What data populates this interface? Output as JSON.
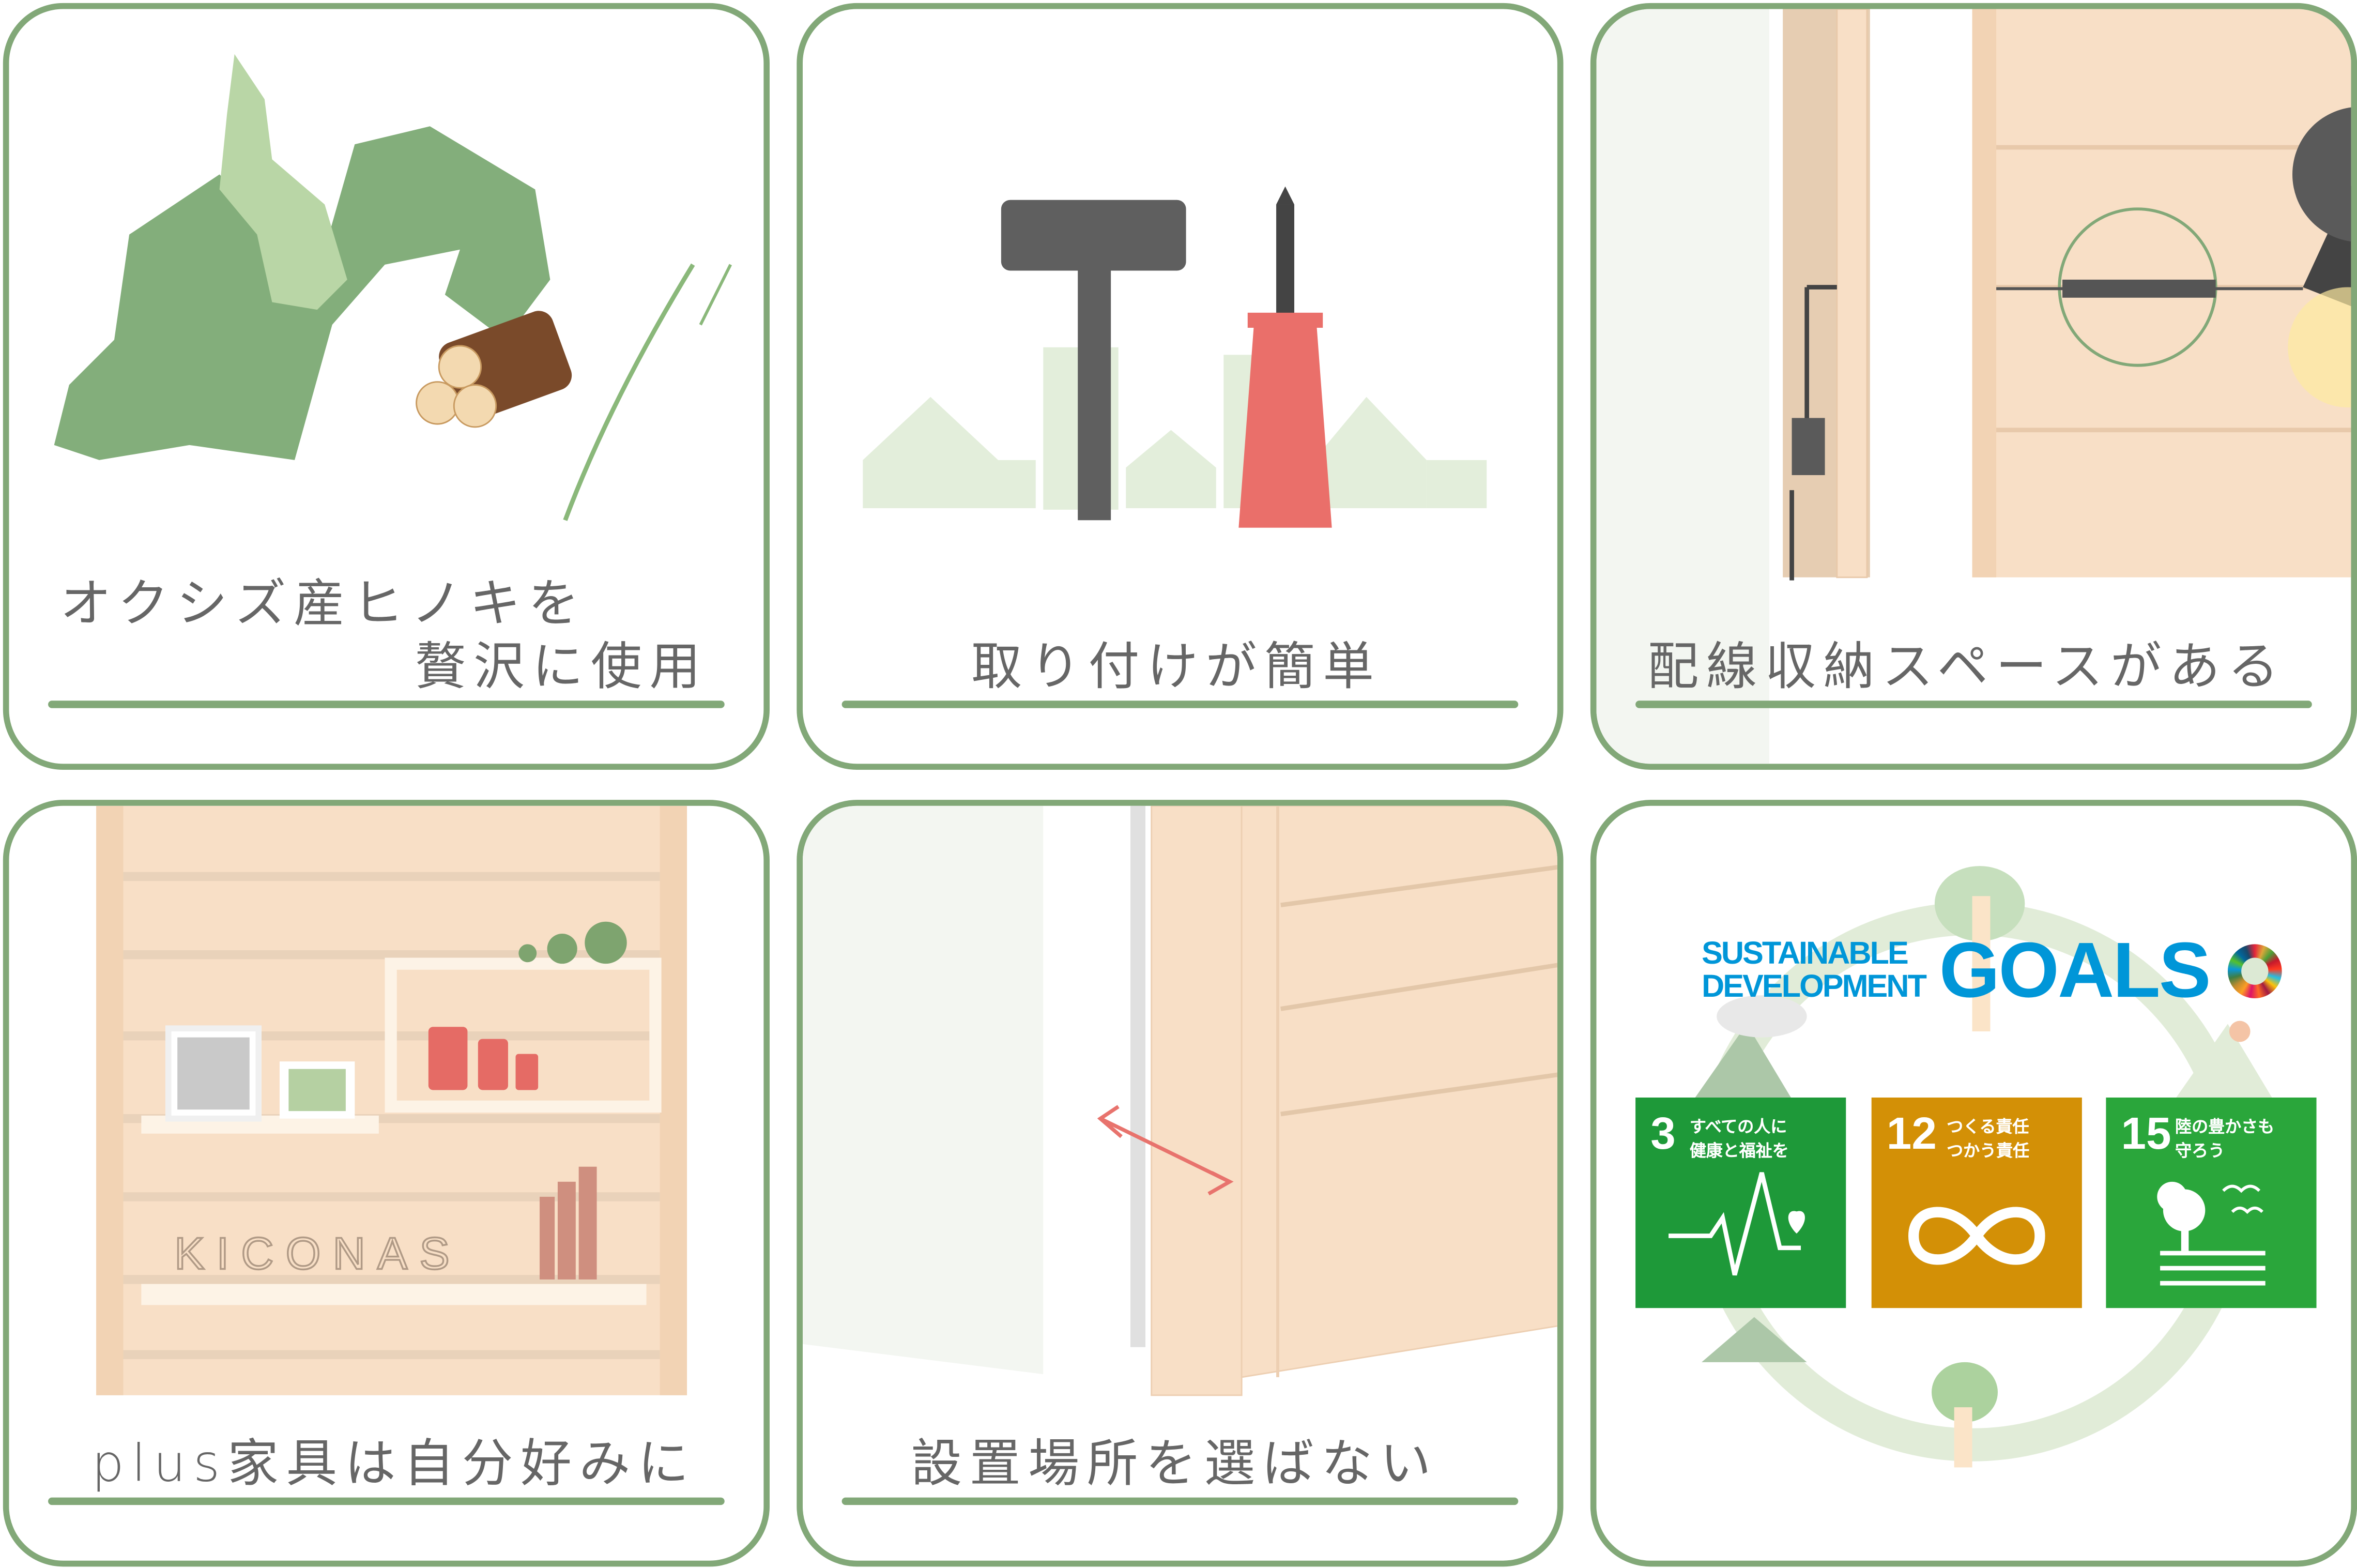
{
  "panels": [
    {
      "id": "hinoki",
      "caption_line1": "オクシズ産ヒノキを",
      "caption_line2": "贅沢に使用"
    },
    {
      "id": "install",
      "caption": "取り付けが簡単"
    },
    {
      "id": "wiring",
      "caption": "配線収納スペースがある"
    },
    {
      "id": "furniture",
      "caption": "plus家具は自分好みに",
      "logo_text": "KICONAS"
    },
    {
      "id": "placement",
      "caption": "設置場所を選ばない"
    },
    {
      "id": "sdgs",
      "logo_line1": "SUSTAINABLE",
      "logo_line2": "DEVELOPMENT",
      "logo_goals": "GOALS",
      "goals": [
        {
          "number": "3",
          "text_line1": "すべての人に",
          "text_line2": "健康と福祉を",
          "color": "#1e9939"
        },
        {
          "number": "12",
          "text_line1": "つくる責任",
          "text_line2": "つかう責任",
          "color": "#d39006"
        },
        {
          "number": "15",
          "text_line1": "陸の豊かさも",
          "text_line2": "守ろう",
          "color": "#2aa63b"
        }
      ]
    }
  ],
  "colors": {
    "border": "#82a878",
    "wood": "#f8dfc6",
    "text": "#666666",
    "sdg_blue": "#0096d8"
  }
}
